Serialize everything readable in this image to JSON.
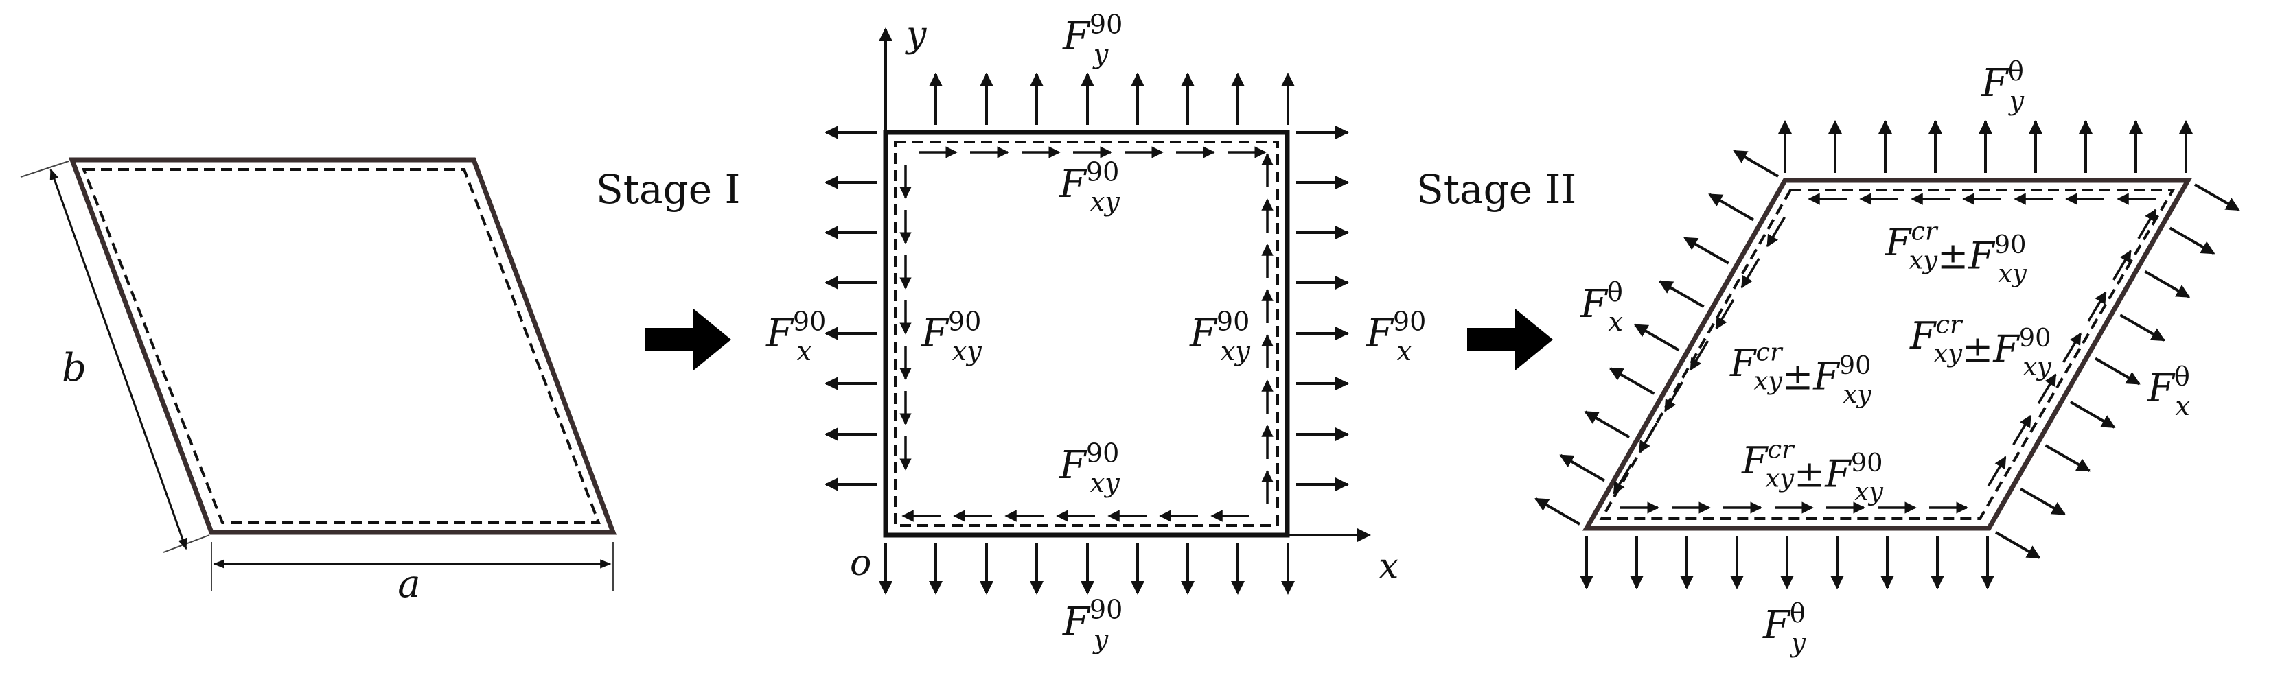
{
  "panel1": {
    "dim_a": "a",
    "dim_b": "b"
  },
  "stage1": {
    "label": "Stage I"
  },
  "stage2": {
    "label": "Stage II"
  },
  "panel2": {
    "axis_y": "y",
    "axis_x": "x",
    "origin": "o",
    "fy_top": {
      "base": "F",
      "sub": "y",
      "sup": "90"
    },
    "fy_bottom": {
      "base": "F",
      "sub": "y",
      "sup": "90"
    },
    "fx_left": {
      "base": "F",
      "sub": "x",
      "sup": "90"
    },
    "fx_right": {
      "base": "F",
      "sub": "x",
      "sup": "90"
    },
    "fxy_top": {
      "base": "F",
      "sub": "xy",
      "sup": "90"
    },
    "fxy_bottom": {
      "base": "F",
      "sub": "xy",
      "sup": "90"
    },
    "fxy_left": {
      "base": "F",
      "sub": "xy",
      "sup": "90"
    },
    "fxy_right": {
      "base": "F",
      "sub": "xy",
      "sup": "90"
    }
  },
  "panel3": {
    "fy_top": {
      "base": "F",
      "sub": "y",
      "sup": "θ"
    },
    "fy_bottom": {
      "base": "F",
      "sub": "y",
      "sup": "θ"
    },
    "fx_left": {
      "base": "F",
      "sub": "x",
      "sup": "θ"
    },
    "fx_right": {
      "base": "F",
      "sub": "x",
      "sup": "θ"
    },
    "comb_top": {
      "base": "F",
      "sub": "xy",
      "sup": "cr",
      "op": "±",
      "base2": "F",
      "sub2": "xy",
      "sup2": "90"
    },
    "comb_left": {
      "base": "F",
      "sub": "xy",
      "sup": "cr",
      "op": "±",
      "base2": "F",
      "sub2": "xy",
      "sup2": "90"
    },
    "comb_right": {
      "base": "F",
      "sub": "xy",
      "sup": "cr",
      "op": "±",
      "base2": "F",
      "sub2": "xy",
      "sup2": "90"
    },
    "comb_bottom": {
      "base": "F",
      "sub": "xy",
      "sup": "cr",
      "op": "±",
      "base2": "F",
      "sub2": "xy",
      "sup2": "90"
    }
  },
  "colors": {
    "plate_edge": "#3a2e2e",
    "ink": "#111111"
  }
}
